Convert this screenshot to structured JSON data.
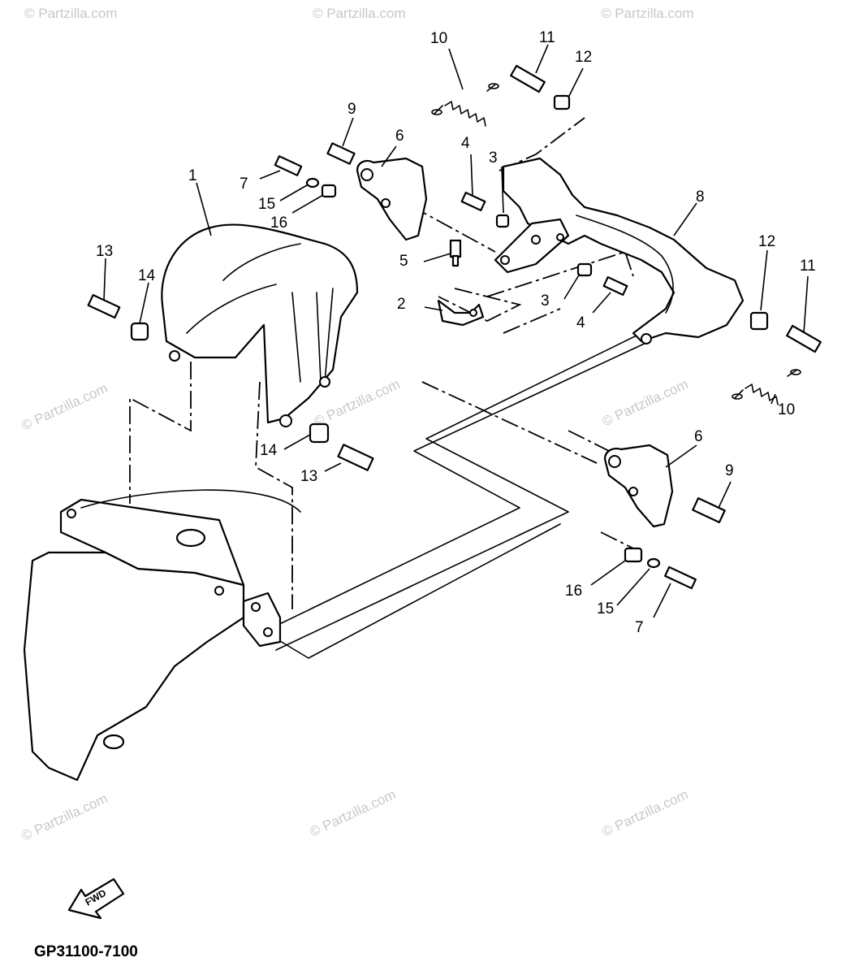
{
  "diagram": {
    "drawing_code": "GP31100-7100",
    "fwd_label": "FWD",
    "watermark_text": "© Partzilla.com",
    "callouts": {
      "c1": "1",
      "c2": "2",
      "c3a": "3",
      "c3b": "3",
      "c4a": "4",
      "c4b": "4",
      "c5": "5",
      "c6a": "6",
      "c6b": "6",
      "c7a": "7",
      "c7b": "7",
      "c8": "8",
      "c9a": "9",
      "c9b": "9",
      "c10a": "10",
      "c10b": "10",
      "c11a": "11",
      "c11b": "11",
      "c12a": "12",
      "c12b": "12",
      "c13a": "13",
      "c13b": "13",
      "c14a": "14",
      "c14b": "14",
      "c15a": "15",
      "c15b": "15",
      "c16a": "16",
      "c16b": "16"
    }
  }
}
